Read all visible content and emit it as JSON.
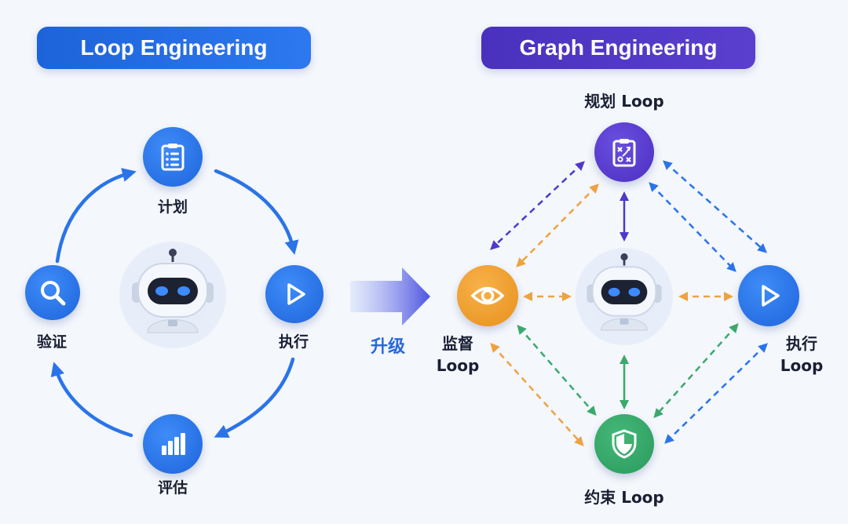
{
  "left_panel": {
    "title": "Loop Engineering",
    "steps": {
      "plan": "计划",
      "execute": "执行",
      "evaluate": "评估",
      "verify": "验证"
    }
  },
  "transition": {
    "label": "升级"
  },
  "right_panel": {
    "title": "Graph Engineering",
    "nodes": {
      "planning": "规划 Loop",
      "monitor_line1": "监督",
      "monitor_line2": "Loop",
      "execute_line1": "执行",
      "execute_line2": "Loop",
      "constraint": "约束 Loop"
    }
  },
  "colors": {
    "blue": "#2a74e8",
    "purple": "#5038c8",
    "orange": "#eea240",
    "green": "#3aa96c",
    "text": "#1a1f33"
  },
  "icons": {
    "plan": "clipboard-list-icon",
    "execute": "play-icon",
    "evaluate": "bar-chart-icon",
    "verify": "search-icon",
    "planning": "strategy-board-icon",
    "monitor": "eye-icon",
    "constraint": "shield-icon",
    "center": "robot-icon"
  }
}
